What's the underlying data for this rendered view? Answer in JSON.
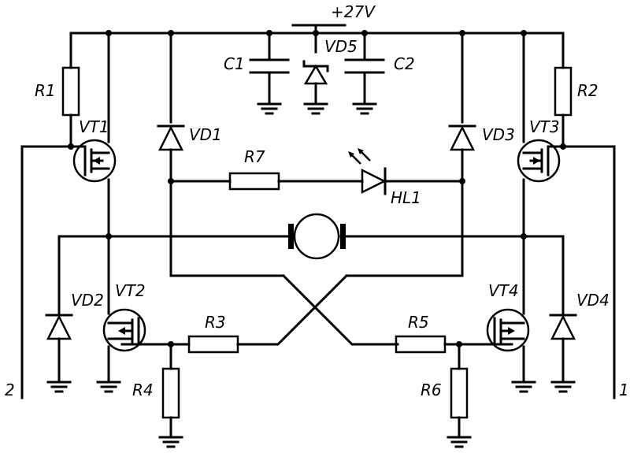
{
  "supply": "+27V",
  "components": {
    "r1": "R1",
    "r2": "R2",
    "r3": "R3",
    "r4": "R4",
    "r5": "R5",
    "r6": "R6",
    "r7": "R7",
    "c1": "C1",
    "c2": "C2",
    "vd1": "VD1",
    "vd2": "VD2",
    "vd3": "VD3",
    "vd4": "VD4",
    "vd5": "VD5",
    "vt1": "VT1",
    "vt2": "VT2",
    "vt3": "VT3",
    "vt4": "VT4",
    "hl1": "HL1"
  },
  "terminals": {
    "left": "2",
    "right": "1"
  }
}
